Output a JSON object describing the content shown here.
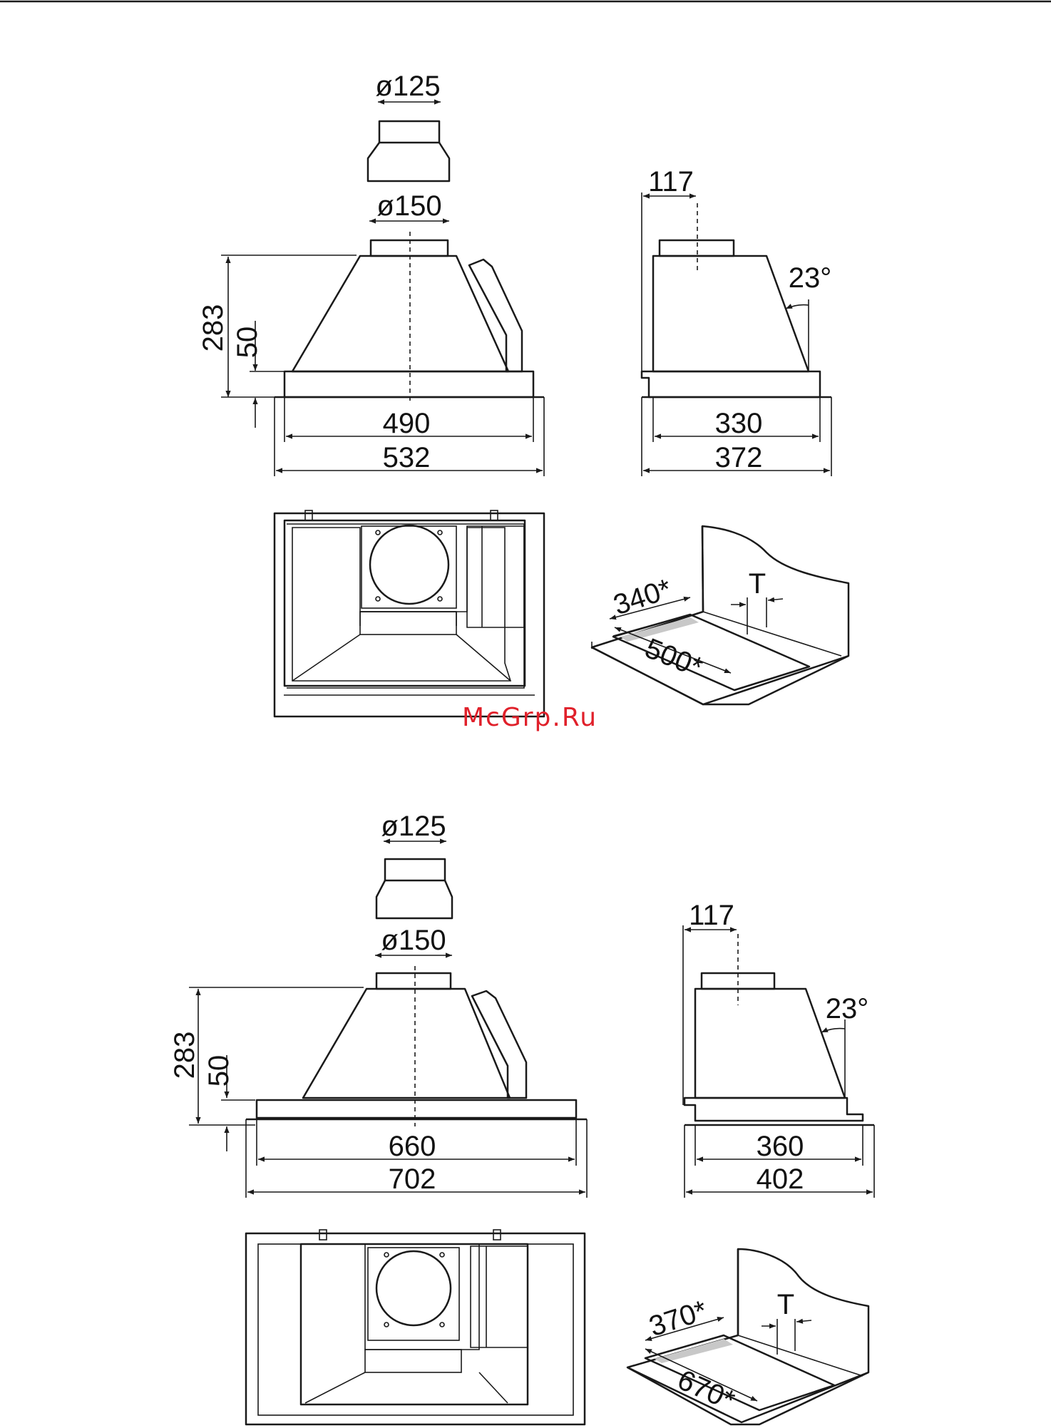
{
  "colors": {
    "line": "#1a1a1a",
    "watermark": "#e0202a",
    "shade": "#c8c8c8"
  },
  "watermark": "McGrp.Ru",
  "model_a": {
    "front": {
      "adapter_dia": "ø125",
      "outlet_dia": "ø150",
      "height": "283",
      "lip": "50",
      "inner_width": "490",
      "outer_width": "532"
    },
    "side": {
      "offset": "117",
      "angle": "23°",
      "inner_depth": "330",
      "outer_depth": "372"
    },
    "cutout": {
      "depth": "340*",
      "width": "500*",
      "thickness": "T"
    }
  },
  "model_b": {
    "front": {
      "adapter_dia": "ø125",
      "outlet_dia": "ø150",
      "height": "283",
      "lip": "50",
      "inner_width": "660",
      "outer_width": "702"
    },
    "side": {
      "offset": "117",
      "angle": "23°",
      "inner_depth": "360",
      "outer_depth": "402"
    },
    "cutout": {
      "depth": "370*",
      "width": "670*",
      "thickness": "T"
    }
  }
}
